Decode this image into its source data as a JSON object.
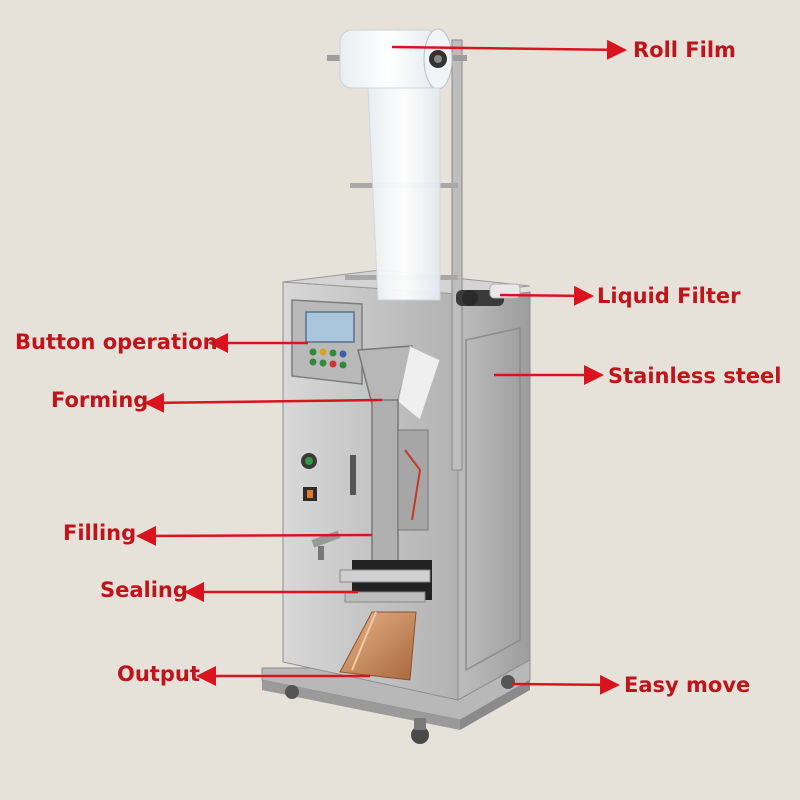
{
  "colors": {
    "label_text": "#c0141b",
    "arrow": "#d9141f",
    "background": "#e6e2da",
    "steel_body": "#c9c9c9",
    "steel_dark": "#9e9e9e",
    "film": "#f6f8fa",
    "output_chute": "#c98a5c"
  },
  "labels": {
    "roll_film": "Roll Film",
    "liquid_filter": "Liquid Filter",
    "button_operation": "Button operation",
    "stainless_steel": "Stainless steel",
    "forming": "Forming",
    "filling": "Filling",
    "sealing": "Sealing",
    "output": "Output",
    "easy_move": "Easy move"
  }
}
